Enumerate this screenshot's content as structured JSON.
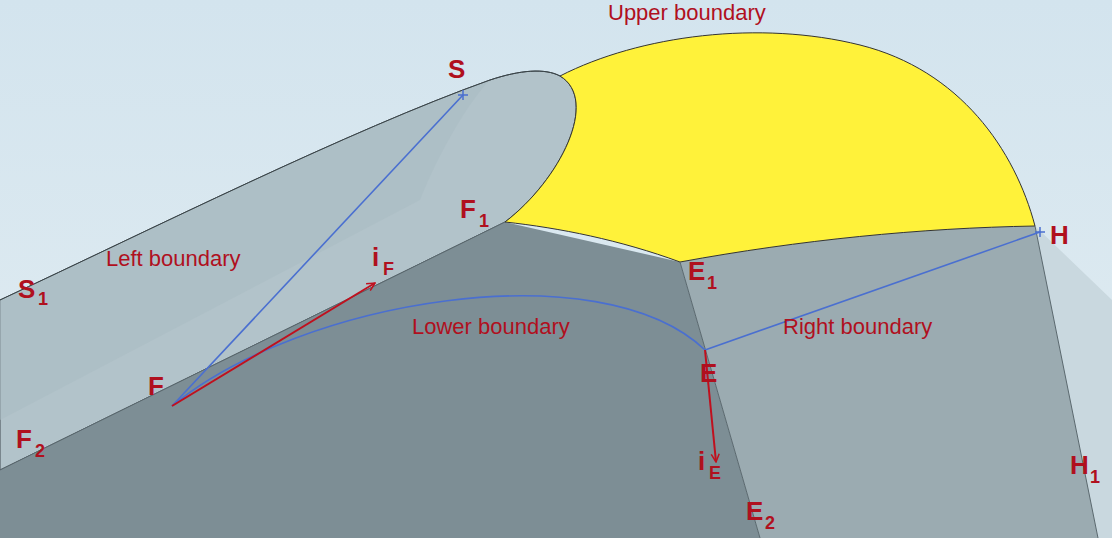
{
  "diagram": {
    "labels": [
      "Upper boundary",
      "S",
      "S",
      "1",
      "Left boundary",
      "i",
      "F",
      "F",
      "1",
      "E",
      "1",
      "H",
      "Lower boundary",
      "Right boundary",
      "F",
      "E",
      "F",
      "2",
      "i",
      "E",
      "E",
      "2",
      "H",
      "1"
    ]
  }
}
